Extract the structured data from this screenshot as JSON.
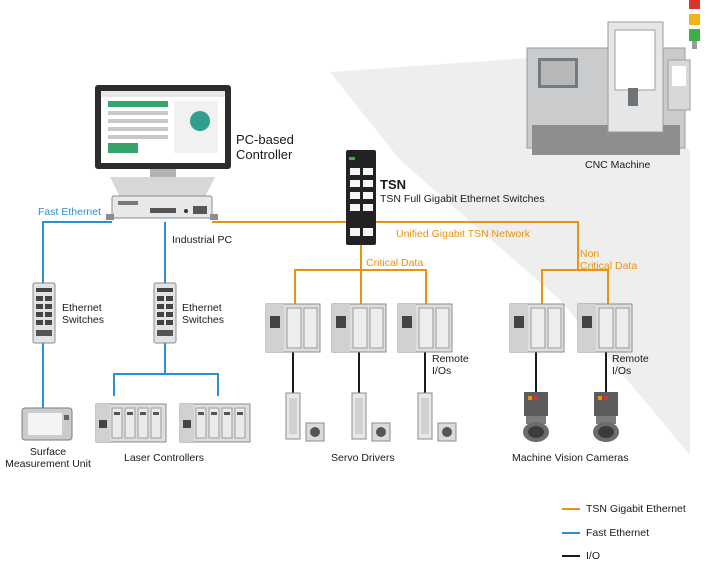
{
  "colors": {
    "tsn_orange": "#e8940c",
    "fast_ethernet_blue": "#2b8fd8",
    "io_black": "#1a1a1a",
    "device_gray": "#d7d9db",
    "device_dark": "#2c2c2c"
  },
  "labels": {
    "pc_controller": "PC-based\nController",
    "fast_ethernet": "Fast Ethernet",
    "industrial_pc": "Industrial PC",
    "tsn_title": "TSN",
    "tsn_subtitle": "TSN Full Gigabit Ethernet Switches",
    "unified_network": "Unified Gigabit TSN Network",
    "critical_data": "Critical Data",
    "non_critical_data": "Non\nCritical Data",
    "cnc_machine": "CNC Machine",
    "ethernet_switches_left": "Ethernet\nSwitches",
    "ethernet_switches_right": "Ethernet\nSwitches",
    "remote_ios_servo": "Remote\nI/Os",
    "remote_ios_camera": "Remote\nI/Os",
    "surface_measurement": "Surface\nMeasurement Unit",
    "laser_controllers": "Laser Controllers",
    "servo_drivers": "Servo Drivers",
    "machine_vision_cameras": "Machine Vision Cameras"
  },
  "legend": [
    {
      "label": "TSN Gigabit Ethernet",
      "color": "#e8940c"
    },
    {
      "label": "Fast Ethernet",
      "color": "#2b8fd8"
    },
    {
      "label": "I/O",
      "color": "#1a1a1a"
    }
  ]
}
